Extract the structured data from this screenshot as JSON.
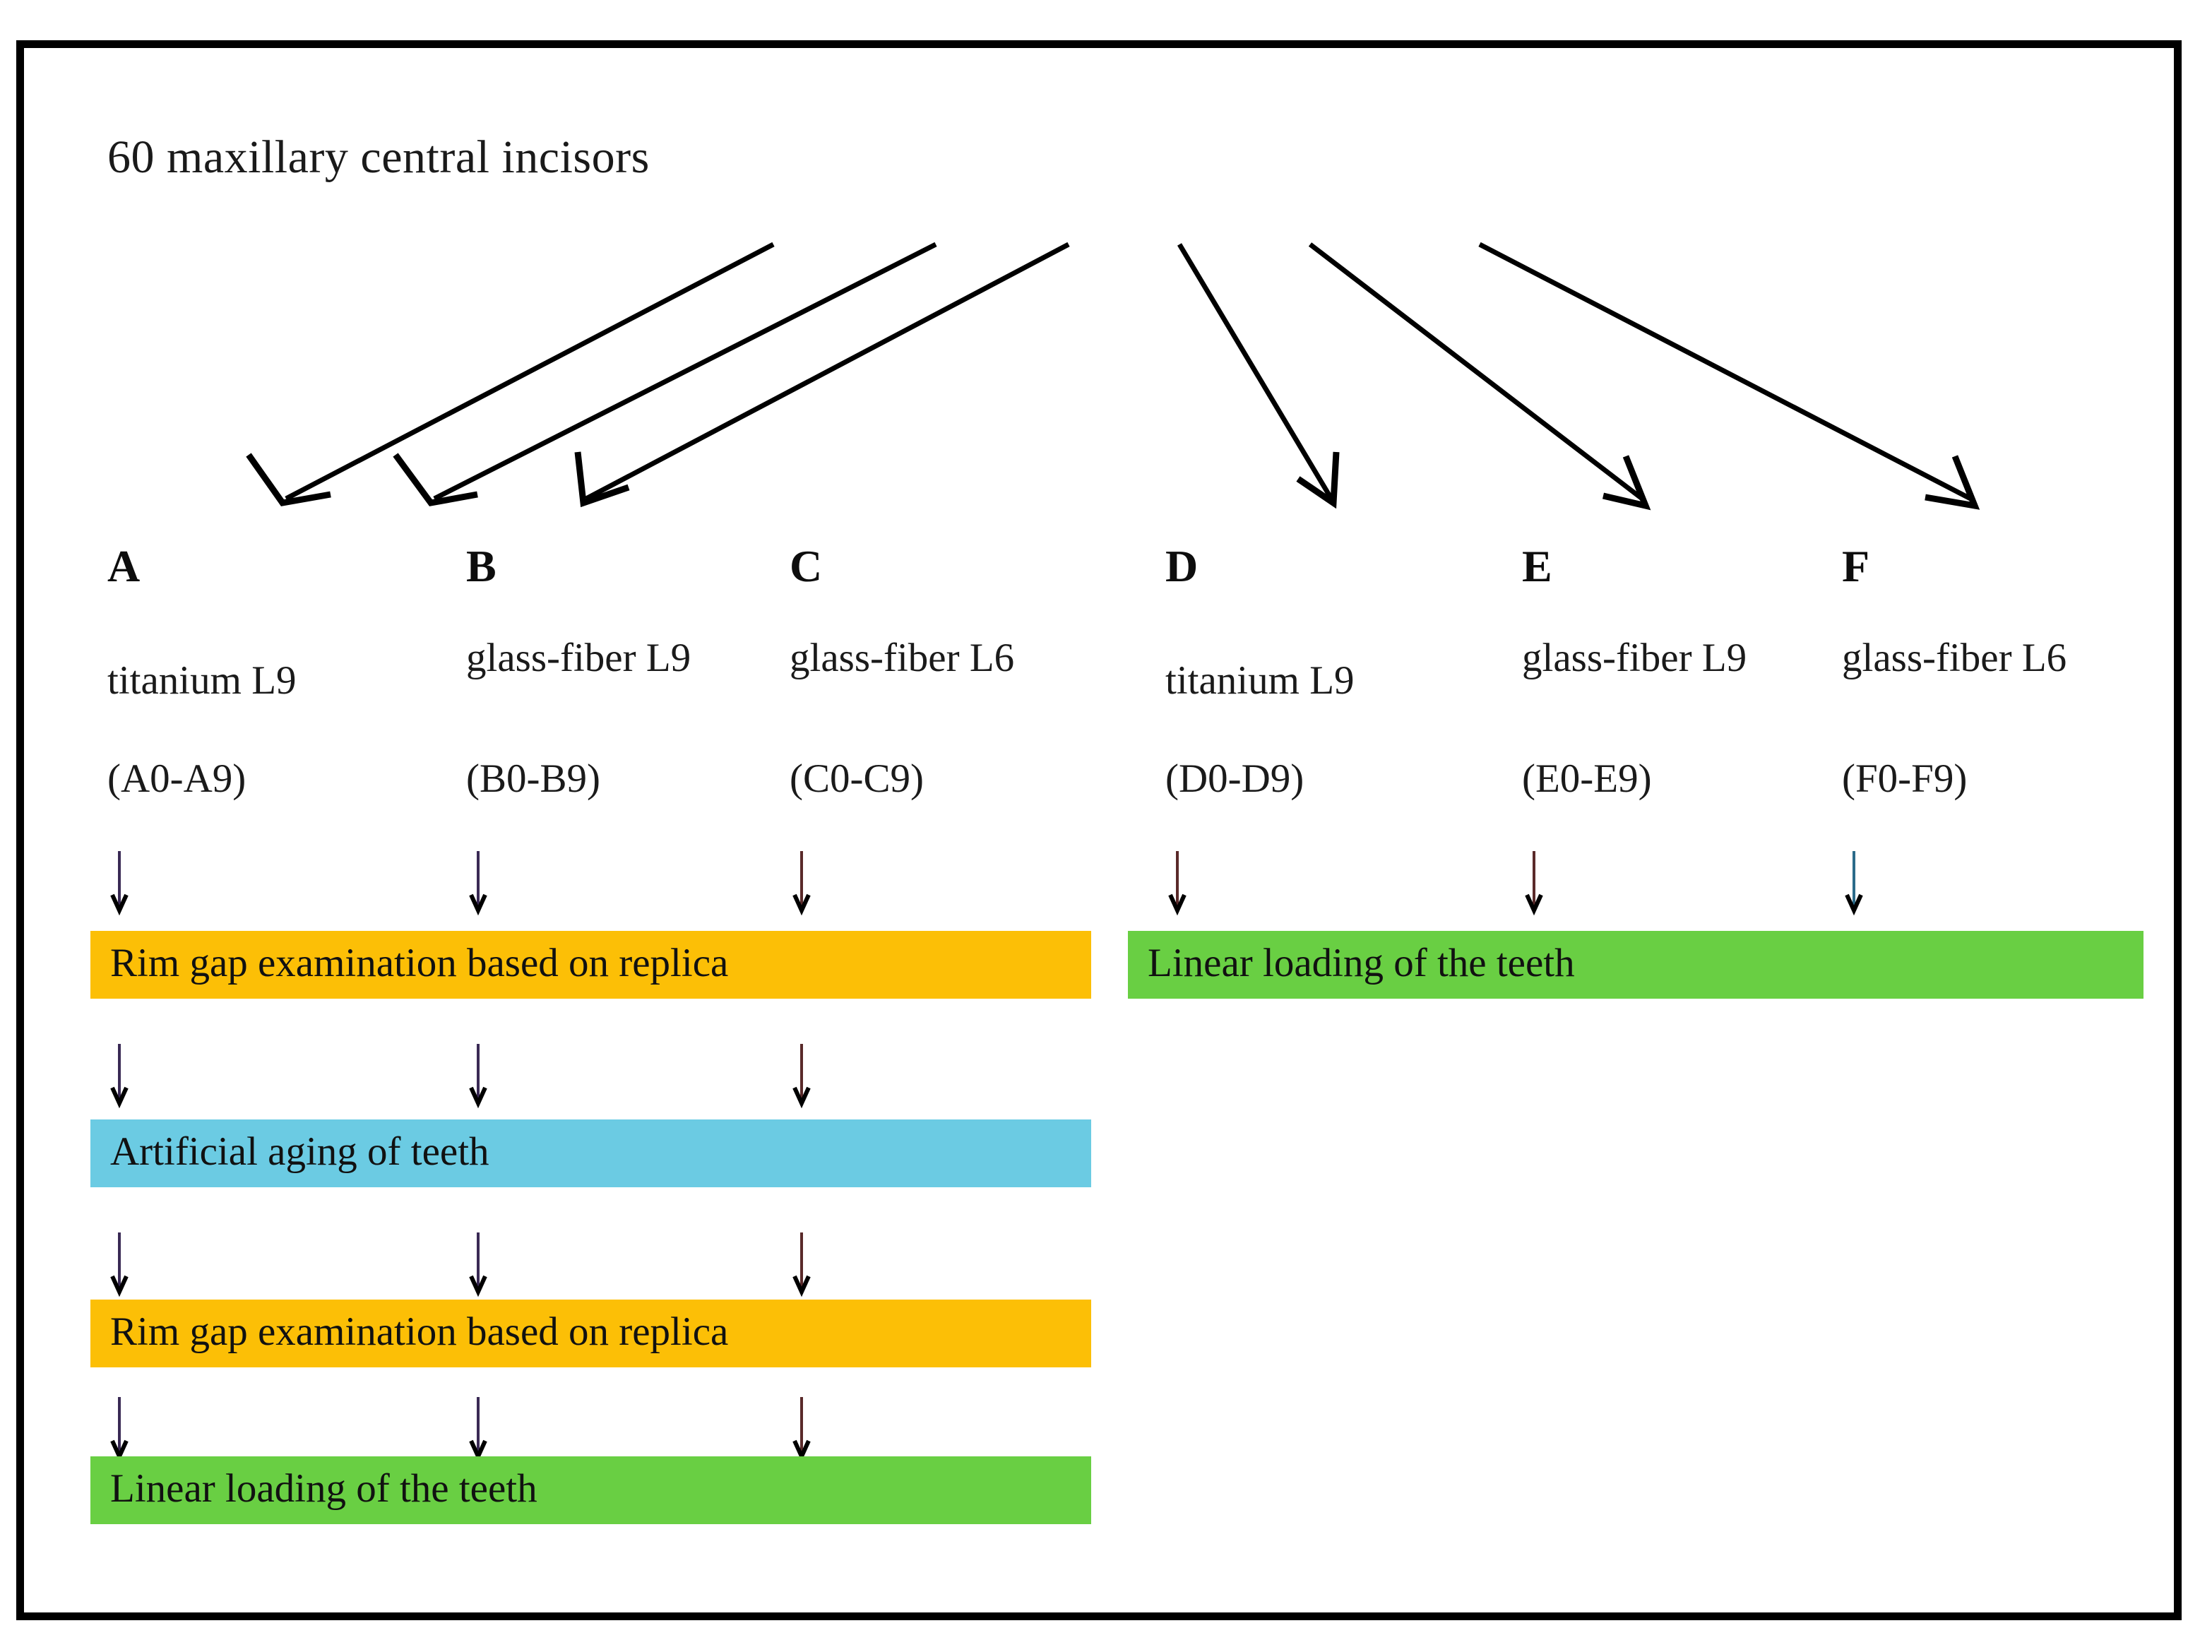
{
  "figure": {
    "title": "60 maxillary central incisors",
    "border_color": "#000000",
    "background": "#ffffff"
  },
  "colors": {
    "amber": "#FCBF06",
    "cyan": "#6BCBE3",
    "green": "#69CF43",
    "line": "#000000",
    "text": "#1a1a1a"
  },
  "groups": [
    {
      "letter": "A",
      "material": "titanium L9",
      "range": "(A0-A9)"
    },
    {
      "letter": "B",
      "material": "glass-fiber L9",
      "range": "(B0-B9)"
    },
    {
      "letter": "C",
      "material": "glass-fiber L6",
      "range": "(C0-C9)"
    },
    {
      "letter": "D",
      "material": "titanium L9",
      "range": "(D0-D9)"
    },
    {
      "letter": "E",
      "material": "glass-fiber L9",
      "range": "(E0-E9)"
    },
    {
      "letter": "F",
      "material": "glass-fiber L6",
      "range": "(F0-F9)"
    }
  ],
  "left_branch": {
    "steps": [
      {
        "label": "Rim gap examination based on replica",
        "color_key": "amber"
      },
      {
        "label": "Artificial aging of teeth",
        "color_key": "cyan"
      },
      {
        "label": "Rim gap examination based on replica",
        "color_key": "amber"
      },
      {
        "label": "Linear loading of the teeth",
        "color_key": "green"
      }
    ]
  },
  "right_branch": {
    "steps": [
      {
        "label": "Linear loading of the teeth",
        "color_key": "green"
      }
    ]
  },
  "icons": {
    "down_arrow": "down-arrow-icon",
    "branch_arrow": "diagonal-branch-arrow-icon"
  }
}
